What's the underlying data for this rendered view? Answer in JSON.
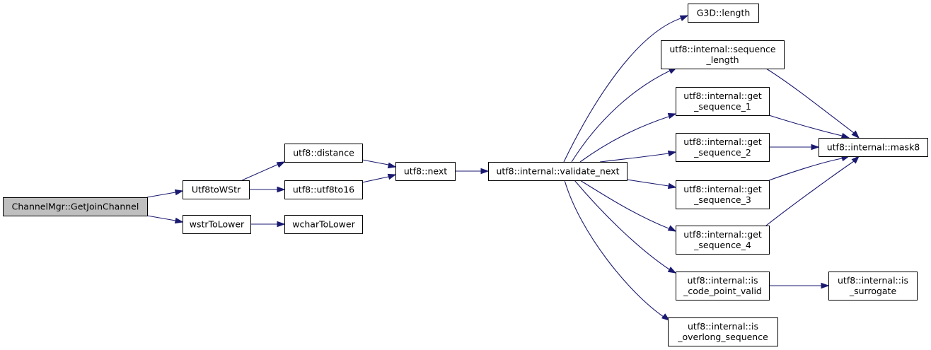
{
  "diagram": {
    "type": "call-graph",
    "colors": {
      "edge": "#191970",
      "root_fill": "#bfbfbf",
      "node_fill": "#ffffff",
      "border": "#000000"
    },
    "nodes": [
      {
        "id": "getjoinchannel",
        "lines": [
          "ChannelMgr::GetJoinChannel"
        ],
        "root": true
      },
      {
        "id": "utf8towstr",
        "lines": [
          "Utf8toWStr"
        ]
      },
      {
        "id": "wstrtolower",
        "lines": [
          "wstrToLower"
        ]
      },
      {
        "id": "utf8-distance",
        "lines": [
          "utf8::distance"
        ]
      },
      {
        "id": "utf8-utf8to16",
        "lines": [
          "utf8::utf8to16"
        ]
      },
      {
        "id": "wchartolower",
        "lines": [
          "wcharToLower"
        ]
      },
      {
        "id": "utf8-next",
        "lines": [
          "utf8::next"
        ]
      },
      {
        "id": "validate-next",
        "lines": [
          "utf8::internal::validate_next"
        ]
      },
      {
        "id": "g3d-length",
        "lines": [
          "G3D::length"
        ]
      },
      {
        "id": "sequence-length",
        "lines": [
          "utf8::internal::sequence",
          "_length"
        ]
      },
      {
        "id": "get-sequence-1",
        "lines": [
          "utf8::internal::get",
          "_sequence_1"
        ]
      },
      {
        "id": "get-sequence-2",
        "lines": [
          "utf8::internal::get",
          "_sequence_2"
        ]
      },
      {
        "id": "get-sequence-3",
        "lines": [
          "utf8::internal::get",
          "_sequence_3"
        ]
      },
      {
        "id": "get-sequence-4",
        "lines": [
          "utf8::internal::get",
          "_sequence_4"
        ]
      },
      {
        "id": "is-code-point-valid",
        "lines": [
          "utf8::internal::is",
          "_code_point_valid"
        ]
      },
      {
        "id": "is-overlong-sequence",
        "lines": [
          "utf8::internal::is",
          "_overlong_sequence"
        ]
      },
      {
        "id": "mask8",
        "lines": [
          "utf8::internal::mask8"
        ]
      },
      {
        "id": "is-surrogate",
        "lines": [
          "utf8::internal::is",
          "_surrogate"
        ]
      }
    ],
    "edges": [
      {
        "from": "getjoinchannel",
        "to": "utf8towstr"
      },
      {
        "from": "getjoinchannel",
        "to": "wstrtolower"
      },
      {
        "from": "utf8towstr",
        "to": "utf8-distance"
      },
      {
        "from": "utf8towstr",
        "to": "utf8-utf8to16"
      },
      {
        "from": "wstrtolower",
        "to": "wchartolower"
      },
      {
        "from": "utf8-distance",
        "to": "utf8-next"
      },
      {
        "from": "utf8-utf8to16",
        "to": "utf8-next"
      },
      {
        "from": "utf8-next",
        "to": "validate-next"
      },
      {
        "from": "validate-next",
        "to": "g3d-length"
      },
      {
        "from": "validate-next",
        "to": "sequence-length"
      },
      {
        "from": "validate-next",
        "to": "get-sequence-1"
      },
      {
        "from": "validate-next",
        "to": "get-sequence-2"
      },
      {
        "from": "validate-next",
        "to": "get-sequence-3"
      },
      {
        "from": "validate-next",
        "to": "get-sequence-4"
      },
      {
        "from": "validate-next",
        "to": "is-code-point-valid"
      },
      {
        "from": "validate-next",
        "to": "is-overlong-sequence"
      },
      {
        "from": "sequence-length",
        "to": "mask8"
      },
      {
        "from": "get-sequence-1",
        "to": "mask8"
      },
      {
        "from": "get-sequence-2",
        "to": "mask8"
      },
      {
        "from": "get-sequence-3",
        "to": "mask8"
      },
      {
        "from": "get-sequence-4",
        "to": "mask8"
      },
      {
        "from": "is-code-point-valid",
        "to": "is-surrogate"
      }
    ]
  }
}
